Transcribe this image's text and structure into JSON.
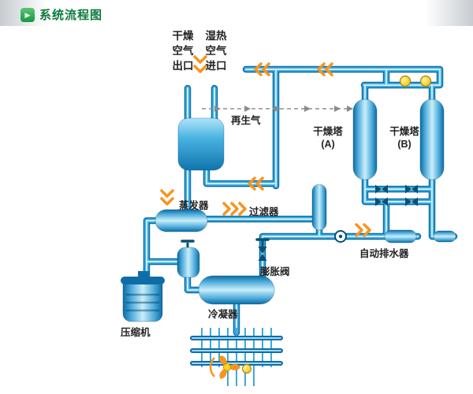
{
  "header": {
    "title": "系统流程图"
  },
  "icons": {
    "play_glyph": "▶"
  },
  "labels": {
    "dry_air_outlet": "干燥空气出口",
    "humid_air_inlet": "湿热空气进口",
    "regen_gas": "再生气",
    "tower_a_name": "干燥塔",
    "tower_a_tag": "(A)",
    "tower_b_name": "干燥塔",
    "tower_b_tag": "(B)",
    "evaporator": "蒸发器",
    "filter": "过滤器",
    "auto_drain": "自动排水器",
    "expansion_valve": "膨胀阀",
    "condenser": "冷凝器",
    "compressor": "压缩机"
  },
  "colors": {
    "pipe_blue": "#0e6da6",
    "pipe_mid": "#44aede",
    "pipe_highlight": "#c4ecfb",
    "vessel_dark": "#0c6aa4",
    "vessel_light": "#c9eefb",
    "chevron_orange": "#f7941d",
    "valve_yellow": "#f7c900",
    "valve_navy": "#0a4f74",
    "dashed_gray": "#909090",
    "title_green": "#0a7a3c",
    "icon_green": "#149a40"
  }
}
